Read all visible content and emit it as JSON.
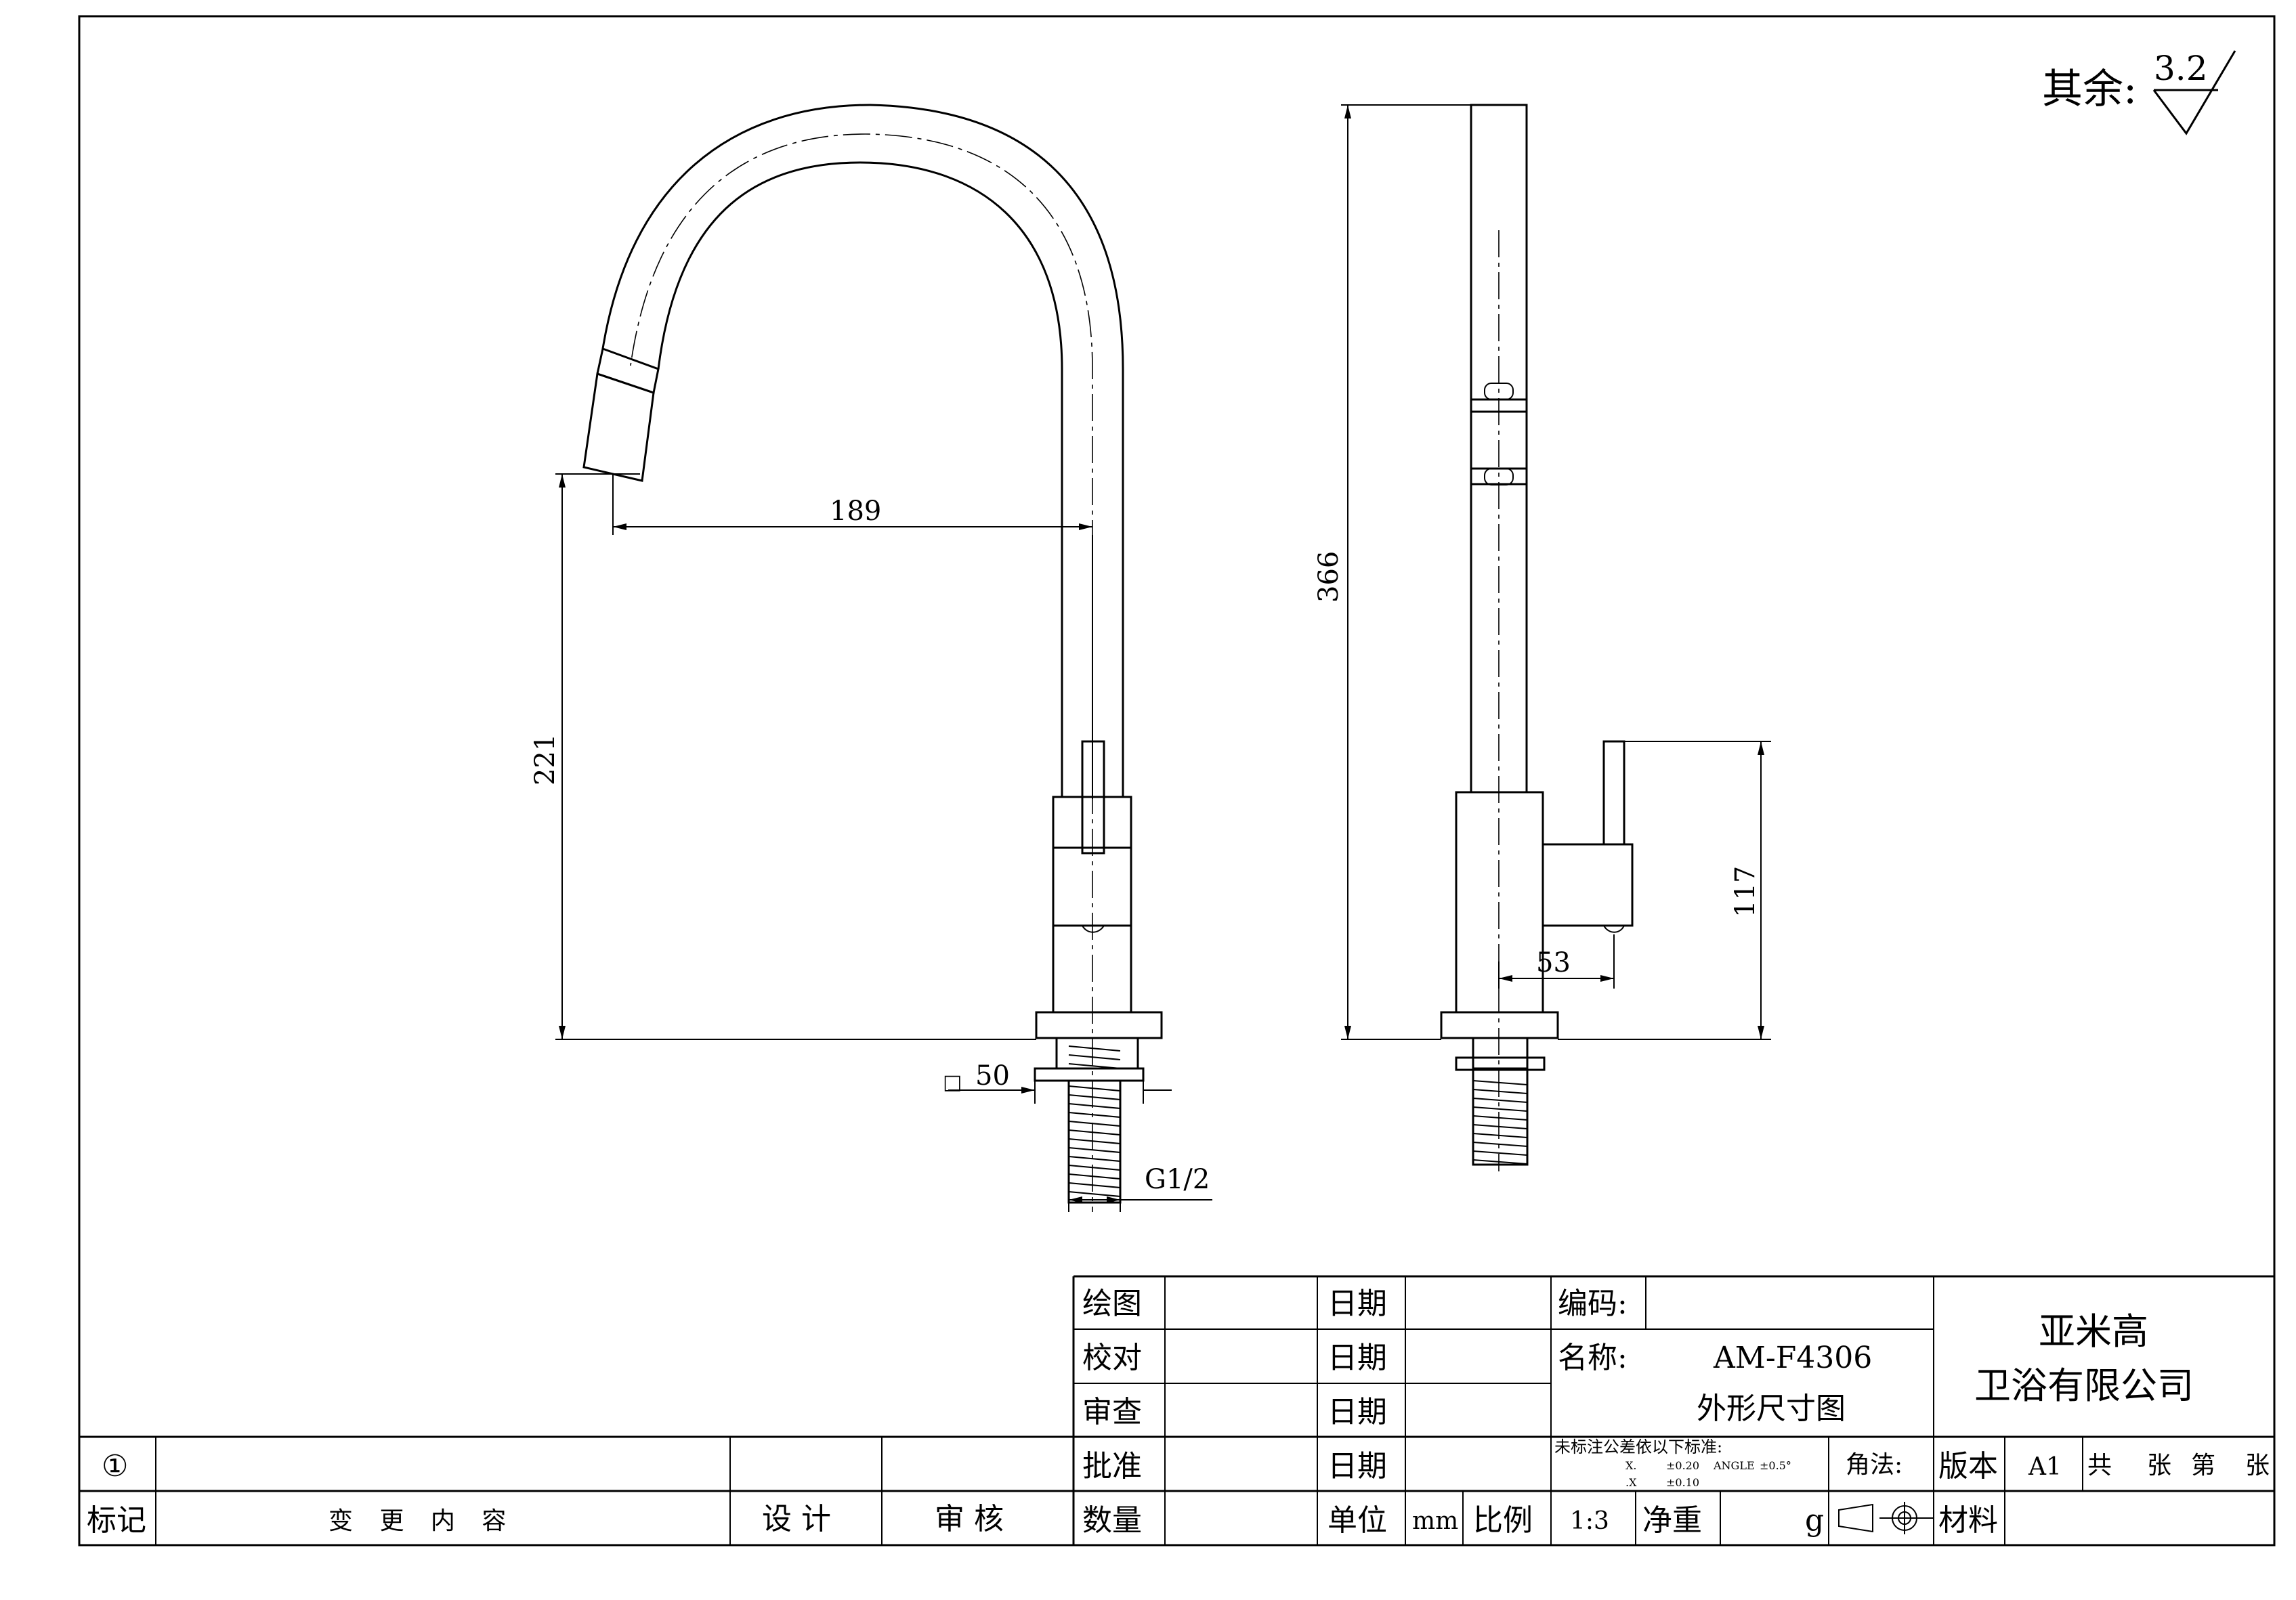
{
  "surface_finish": {
    "label": "其余:",
    "value": "3.2"
  },
  "dimensions": {
    "reach": "189",
    "spout_height": "221",
    "base_size": "50",
    "base_square_symbol": "□",
    "thread": "G1/2",
    "total_height": "366",
    "handle_height": "117",
    "handle_offset": "53"
  },
  "title_block": {
    "drawn": "绘图",
    "checked": "校对",
    "reviewed": "审查",
    "approved": "批准",
    "date": "日期",
    "quantity": "数量",
    "unit_label": "单位",
    "unit": "mm",
    "scale_label": "比例",
    "scale": "1:3",
    "net_weight": "净重",
    "weight_unit": "g",
    "code_label": "编码:",
    "name_label": "名称:",
    "model": "AM-F4306",
    "drawing_name": "外形尺寸图",
    "tolerance_note": "未标注公差依以下标准:",
    "tol_x": "X.",
    "tol_x_value": "±0.20",
    "tol_angle": "ANGLE",
    "tol_angle_value": "±0.5°",
    "tol_xx": ".X",
    "tol_xx_value": "±0.10",
    "projection_label": "角法:",
    "company_line1": "亚米高",
    "company_line2": "卫浴有限公司",
    "version_label": "版本",
    "version": "A1",
    "sheets_total": "共",
    "sheets_unit1": "张",
    "sheet_no": "第",
    "sheets_unit2": "张",
    "material_label": "材料"
  },
  "revision_block": {
    "mark_no": "①",
    "mark_label": "标记",
    "change_label": "变 更 内 容",
    "design_label": "设 计",
    "review_label": "审 核"
  }
}
